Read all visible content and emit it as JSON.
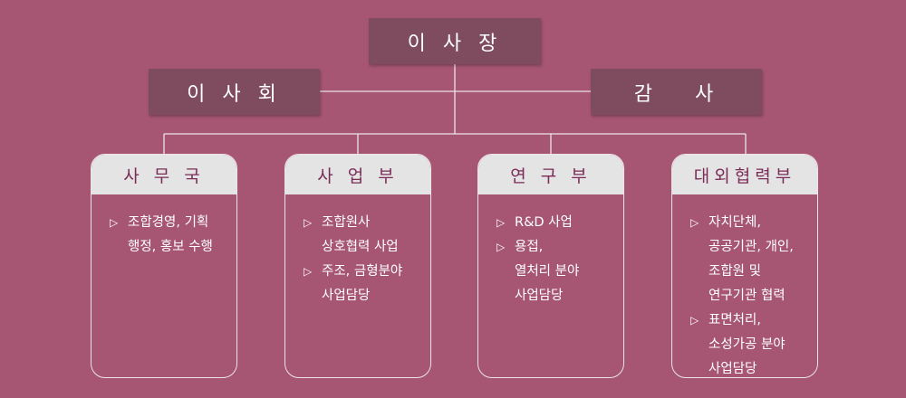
{
  "colors": {
    "background": "#a65673",
    "top_box": "#7e4c5e",
    "dept_header": "#e4e4e4",
    "dept_header_text": "#7a2b57",
    "line": "#ece4e8"
  },
  "top": {
    "chair": "이 사 장",
    "board": "이 사 회",
    "audit": "감 사"
  },
  "departments": [
    {
      "title": "사 무 국",
      "lines": [
        {
          "bullet": true,
          "text": "조합경영, 기획"
        },
        {
          "bullet": false,
          "text": "행정, 홍보 수행"
        }
      ]
    },
    {
      "title": "사 업 부",
      "lines": [
        {
          "bullet": true,
          "text": "조합원사"
        },
        {
          "bullet": false,
          "text": "상호협력 사업"
        },
        {
          "bullet": true,
          "text": "주조, 금형분야"
        },
        {
          "bullet": false,
          "text": "사업담당"
        }
      ]
    },
    {
      "title": "연 구 부",
      "lines": [
        {
          "bullet": true,
          "text": "R&D 사업"
        },
        {
          "bullet": true,
          "text": "용접,"
        },
        {
          "bullet": false,
          "text": "열처리 분야"
        },
        {
          "bullet": false,
          "text": "사업담당"
        }
      ]
    },
    {
      "title": "대외협력부",
      "lines": [
        {
          "bullet": true,
          "text": "자치단체,"
        },
        {
          "bullet": false,
          "text": "공공기관, 개인,"
        },
        {
          "bullet": false,
          "text": "조합원 및"
        },
        {
          "bullet": false,
          "text": "연구기관 협력"
        },
        {
          "bullet": true,
          "text": "표면처리,"
        },
        {
          "bullet": false,
          "text": "소성가공 분야"
        },
        {
          "bullet": false,
          "text": "사업담당"
        }
      ]
    }
  ],
  "bullet_icon": "triangle-right-icon"
}
